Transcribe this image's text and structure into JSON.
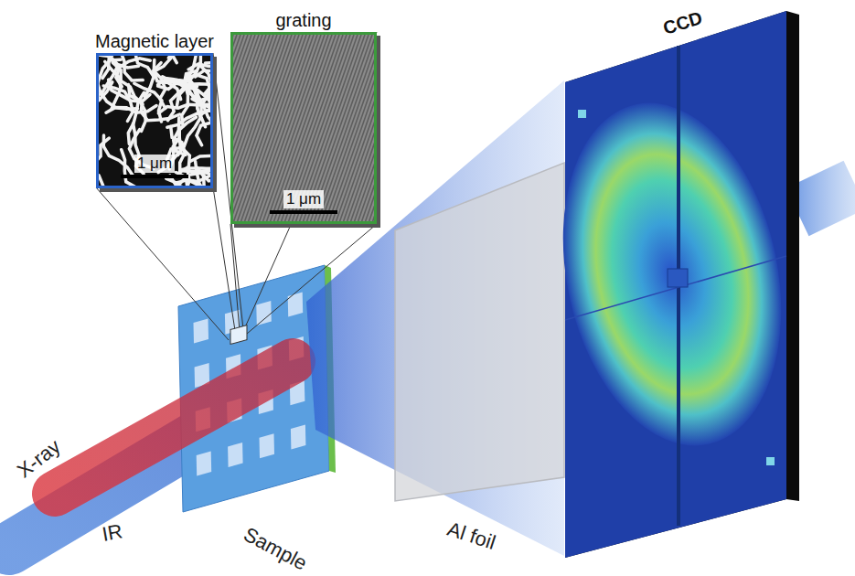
{
  "diagram": {
    "nodes": [
      {
        "text": [
          "Magnetic layer",
          "1 μm"
        ]
      },
      {
        "text": [
          "grating",
          "1 μm"
        ]
      },
      {
        "text": [
          "CCD"
        ]
      }
    ],
    "labels": [
      "X-ray",
      "IR",
      "Sample",
      "Al foil"
    ]
  }
}
